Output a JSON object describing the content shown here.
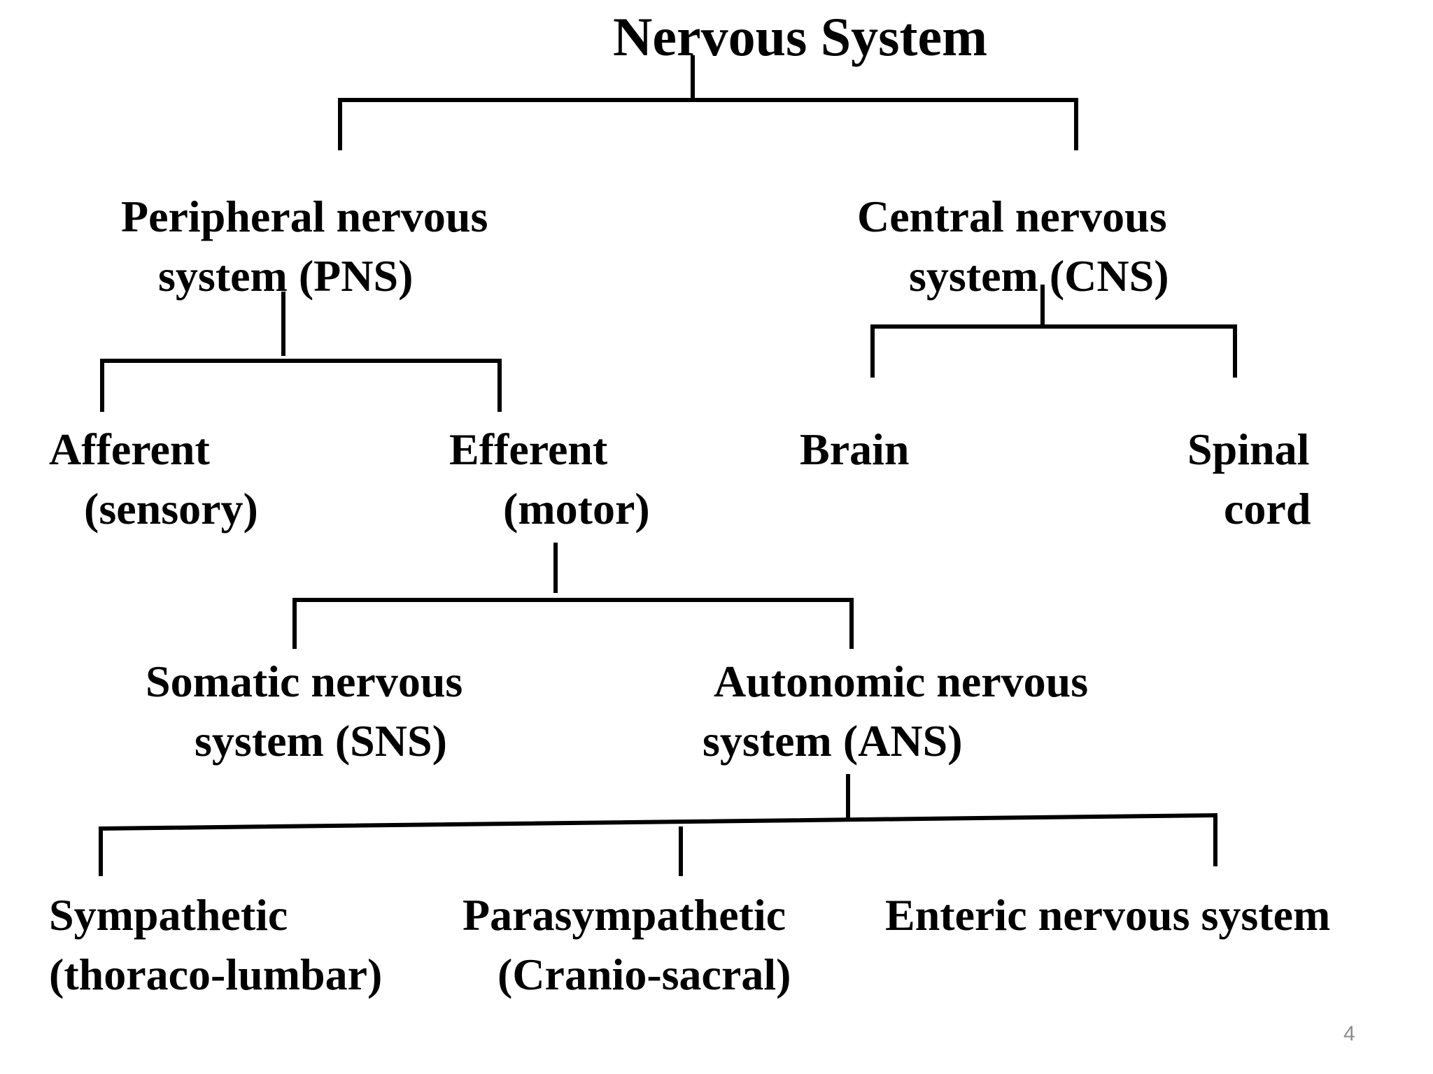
{
  "title": "Nervous System",
  "nodes": {
    "pns": {
      "line1": "Peripheral nervous",
      "line2": "system (PNS)"
    },
    "cns": {
      "line1": "Central nervous",
      "line2": "system (CNS)"
    },
    "afferent": {
      "line1": "Afferent",
      "line2": "(sensory)"
    },
    "efferent": {
      "line1": "Efferent",
      "line2": "(motor)"
    },
    "brain": {
      "line1": "Brain"
    },
    "spinal_cord": {
      "line1": "Spinal",
      "line2": "cord"
    },
    "sns": {
      "line1": "Somatic nervous",
      "line2": "system (SNS)"
    },
    "ans": {
      "line1": "Autonomic nervous",
      "line2": "system (ANS)"
    },
    "sympathetic": {
      "line1": "Sympathetic",
      "line2": "(thoraco-lumbar)"
    },
    "parasympathetic": {
      "line1": "Parasympathetic",
      "line2": "(Cranio-sacral)"
    },
    "enteric": {
      "line1": "Enteric nervous system"
    }
  },
  "page_number": "4"
}
